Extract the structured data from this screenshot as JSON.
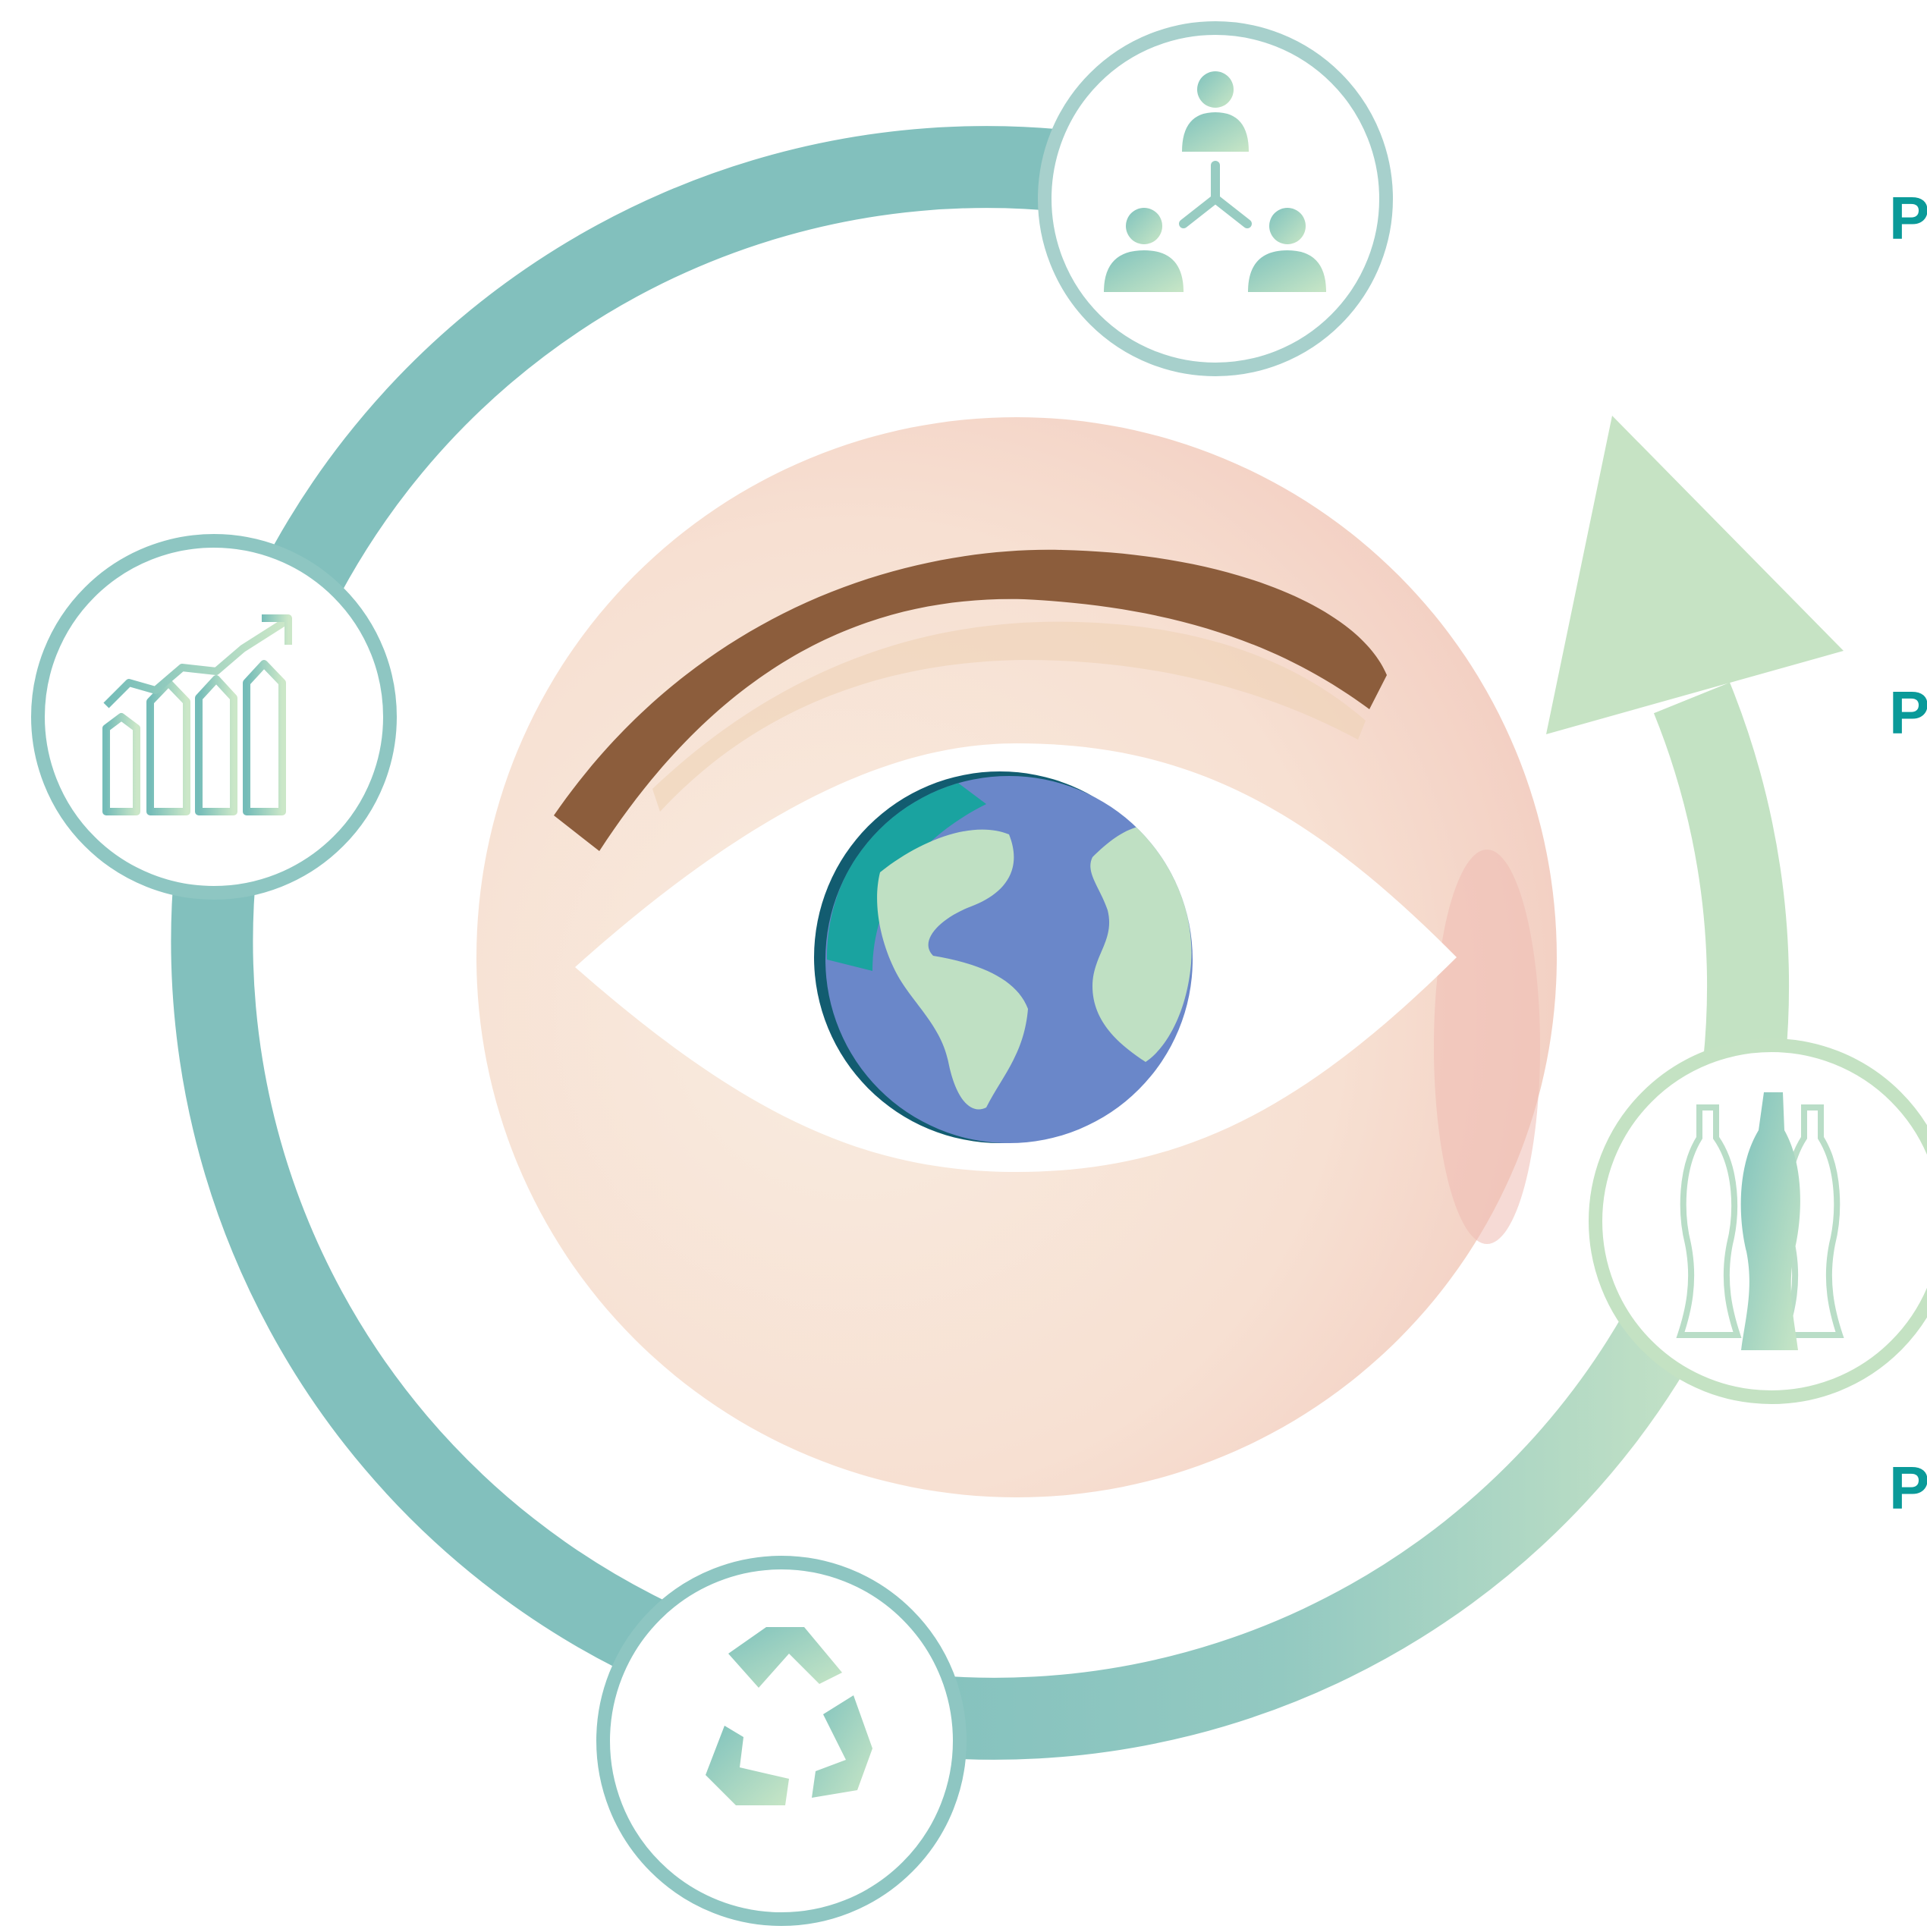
{
  "colors": {
    "ring_teal": "#7fbfbd",
    "ring_light": "#bfe0c4",
    "arrow_green": "#c6e3c4",
    "accent_teal": "#0a9a99",
    "brow_brown": "#8c5d3c",
    "skin_light": "#f7e4d6",
    "skin_pink": "#f2c9bd",
    "ocean_blue": "#6a87c9",
    "land_green": "#bfe0c3",
    "globe_dark": "#125c70"
  },
  "icons": {
    "top": "network-people-icon",
    "left": "growth-bar-chart-icon",
    "bottom": "recycle-icon",
    "right": "bottles-icon",
    "center": "eye-globe-icon"
  },
  "side_labels": [
    "P",
    "P",
    "P"
  ]
}
